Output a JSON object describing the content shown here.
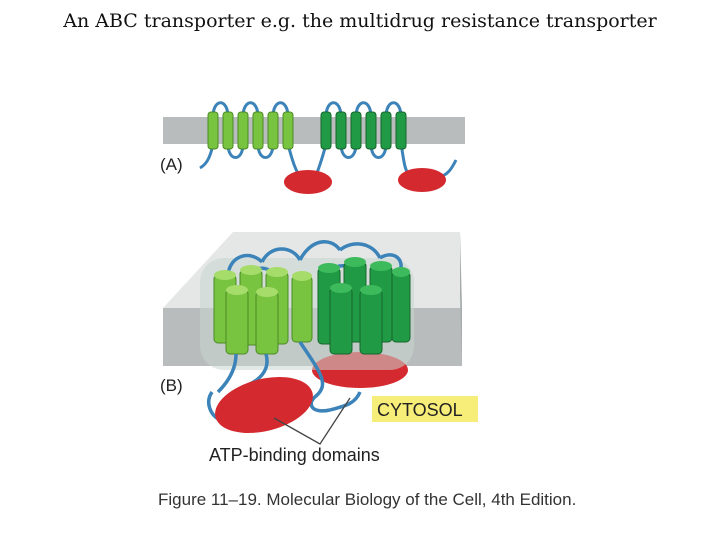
{
  "slide": {
    "title": "An ABC transporter e.g. the multidrug resistance transporter",
    "caption": "Figure 11–19. Molecular Biology of the Cell, 4th Edition."
  },
  "diagram": {
    "panel_a_label": "(A)",
    "panel_b_label": "(B)",
    "cytosol_label": "CYTOSOL",
    "atp_label": "ATP-binding domains"
  },
  "colors": {
    "membrane": "#b8bcbd",
    "helix_light": "#78c440",
    "helix_dark": "#219a45",
    "loop": "#3b83b8",
    "atp_domain": "#d42a2f",
    "cytosol_highlight": "#f7ee79"
  }
}
